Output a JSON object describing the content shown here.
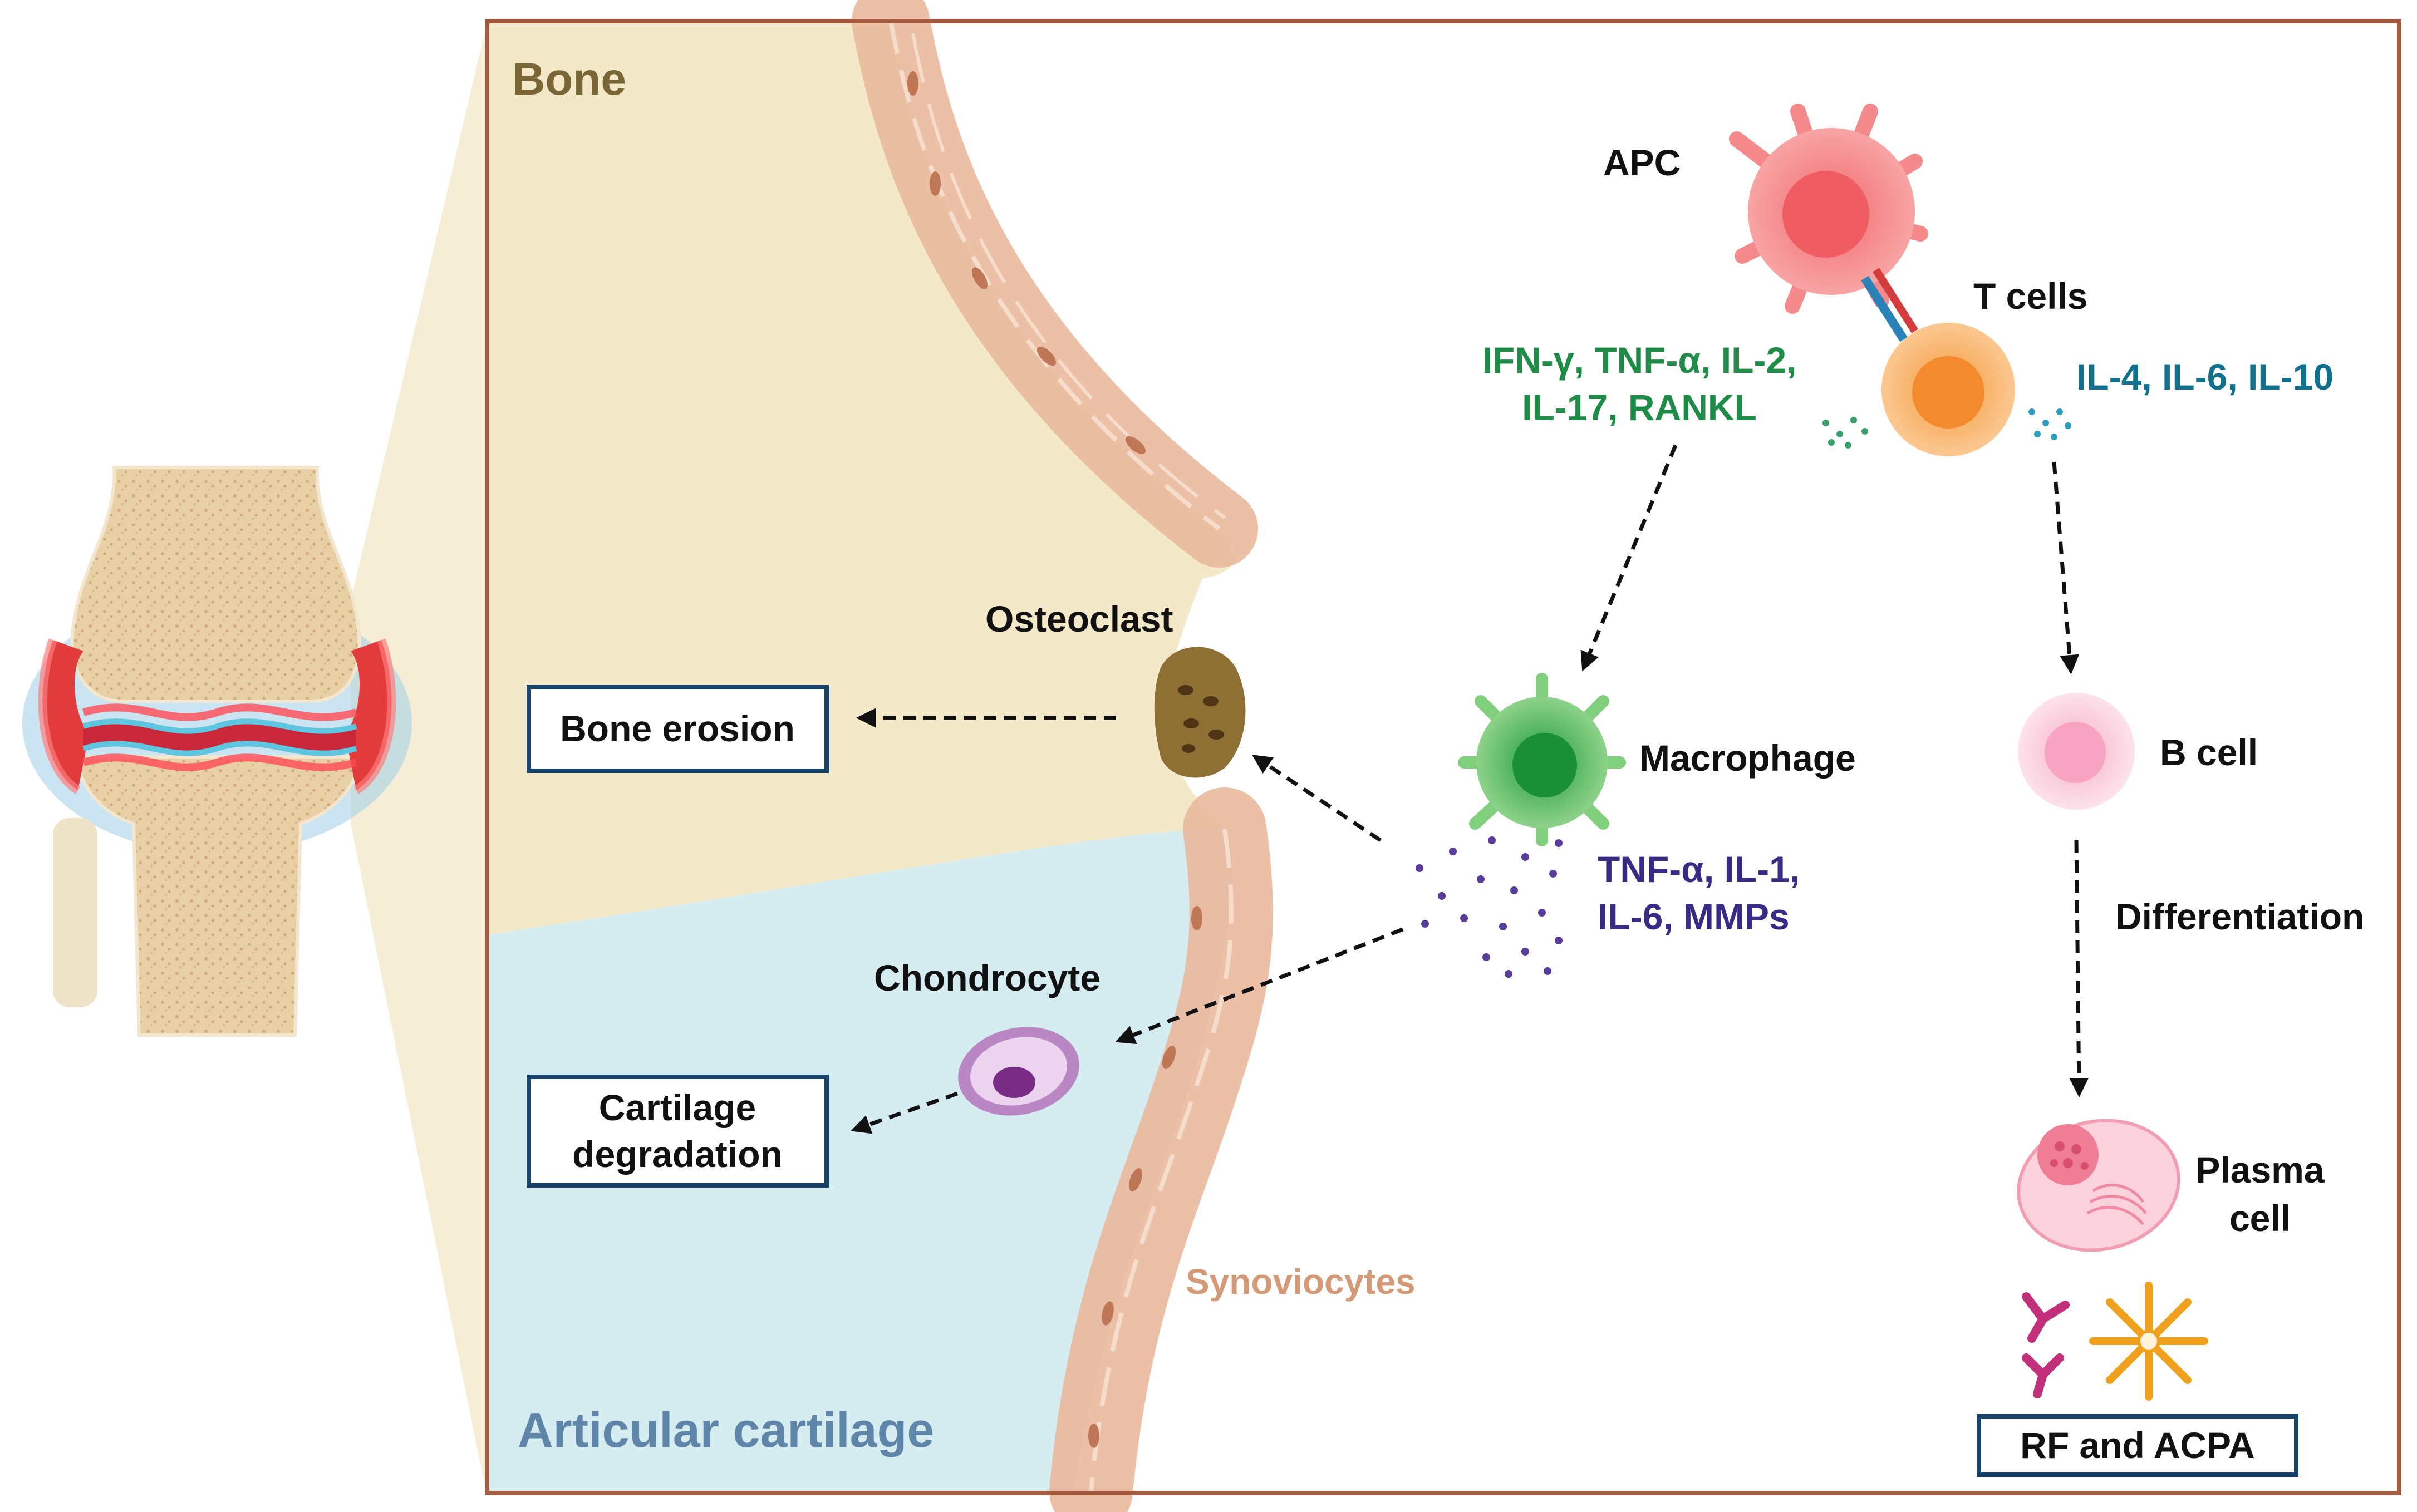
{
  "regions": {
    "bone": "Bone",
    "articular_cartilage": "Articular cartilage",
    "synoviocytes": "Synoviocytes"
  },
  "cells": {
    "apc": "APC",
    "t_cells": "T cells",
    "osteoclast": "Osteoclast",
    "macrophage": "Macrophage",
    "b_cell": "B cell",
    "chondrocyte": "Chondrocyte",
    "plasma_cell_line1": "Plasma",
    "plasma_cell_line2": "cell"
  },
  "cytokines": {
    "th1_line1": "IFN-γ, TNF-α, IL-2,",
    "th1_line2": "IL-17, RANKL",
    "th2": "IL-4, IL-6, IL-10",
    "macro_line1": "TNF-α, IL-1,",
    "macro_line2": "IL-6, MMPs"
  },
  "process": {
    "differentiation": "Differentiation"
  },
  "outcome_boxes": {
    "bone_erosion": "Bone erosion",
    "cartilage_line1": "Cartilage",
    "cartilage_line2": "degradation",
    "antibodies": "RF and ACPA"
  },
  "colors": {
    "panel_border": "#a45a3e",
    "bone_fill": "#f3e8c8",
    "cartilage_fill": "#d5ecf1",
    "green_cytokine": "#1e8c46",
    "blue_cytokine": "#12708f",
    "purple_cytokine": "#3a2a86",
    "bone_label": "#7a6534",
    "cartilage_label": "#5f85a8",
    "synoviocyte_label": "#d49a78",
    "box_border": "#17436b"
  }
}
